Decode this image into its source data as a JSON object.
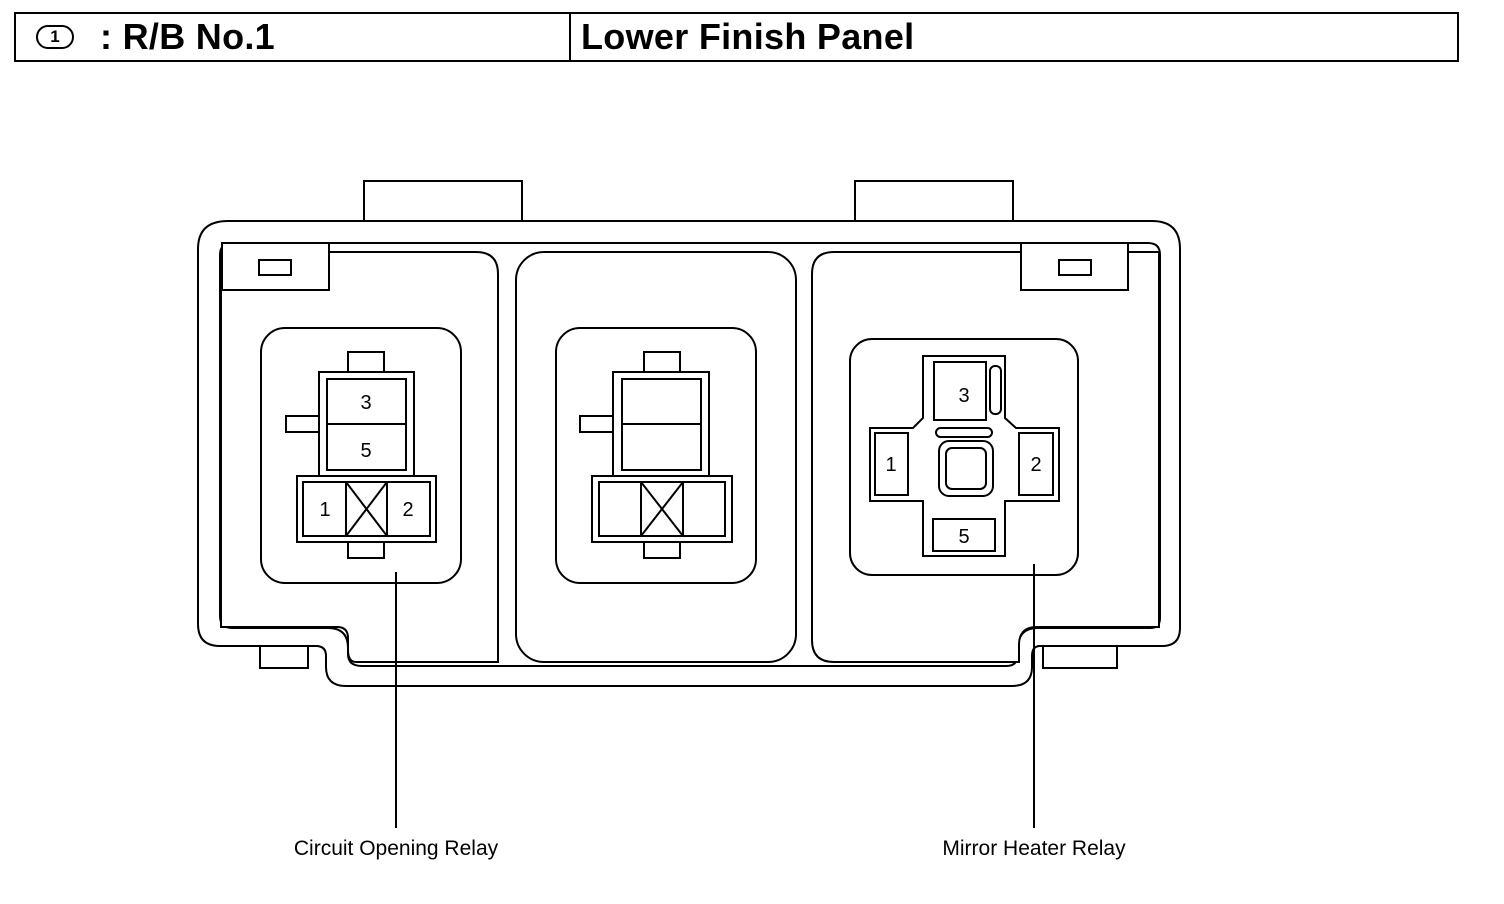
{
  "header": {
    "index": "1",
    "location_code": ": R/B No.1",
    "location_name": "Lower Finish Panel"
  },
  "relays": {
    "left": {
      "name": "Circuit Opening Relay",
      "pins": [
        "3",
        "5",
        "1",
        "2"
      ]
    },
    "right": {
      "name": "Mirror Heater Relay",
      "pins": [
        "3",
        "1",
        "2",
        "5"
      ]
    }
  }
}
